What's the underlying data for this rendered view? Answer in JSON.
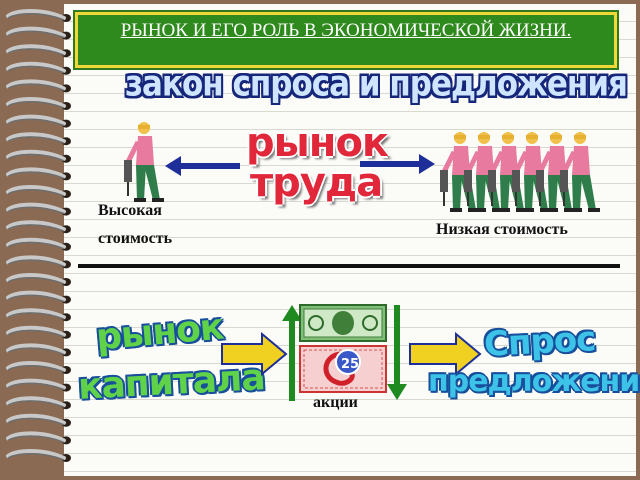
{
  "slide": {
    "title": "РЫНОК И ЕГО РОЛЬ В ЭКОНОМИЧЕСКОЙ ЖИЗНИ.",
    "subtitle": "закон спроса и предложения",
    "labor_market": {
      "line1": "рынок",
      "line2": "труда",
      "high_cost_line1": "Высокая",
      "high_cost_line2": "стоимость",
      "low_cost": "Низкая стоимость"
    },
    "capital_market": {
      "line1": "рынок",
      "line2": "капитала",
      "shares": "акции",
      "demand": "Спрос",
      "supply": "предложение"
    }
  },
  "colors": {
    "title_bg": "#2e8a1c",
    "title_border": "#f0d83a",
    "arrow_blue": "#1e2f9a",
    "arrow_yellow": "#f0d020",
    "arrow_green": "#1f8a1f",
    "word_red": "#e0283a",
    "word_green": "#5fd24a",
    "word_blue": "#3ec3e8"
  },
  "icons": [
    "worker-icon",
    "dollar-bill-icon",
    "stock-certificate-icon"
  ]
}
